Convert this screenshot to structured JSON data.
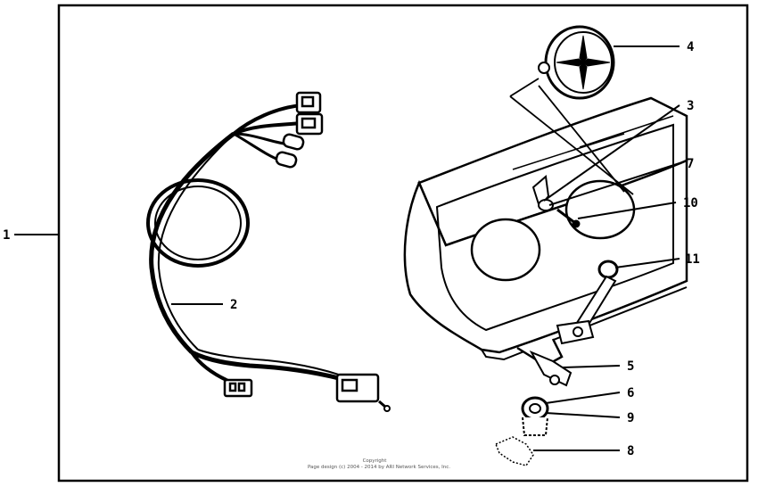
{
  "diagram": {
    "callouts": {
      "c1": "1",
      "c2": "2",
      "c3": "3",
      "c4": "4",
      "c5": "5",
      "c6": "6",
      "c7": "7",
      "c8": "8",
      "c9": "9",
      "c10": "10",
      "c11": "11"
    },
    "copyright": {
      "line1": "Copyright",
      "line2": "Page design (c) 2004 - 2014 by ARI Network Services, Inc."
    }
  }
}
